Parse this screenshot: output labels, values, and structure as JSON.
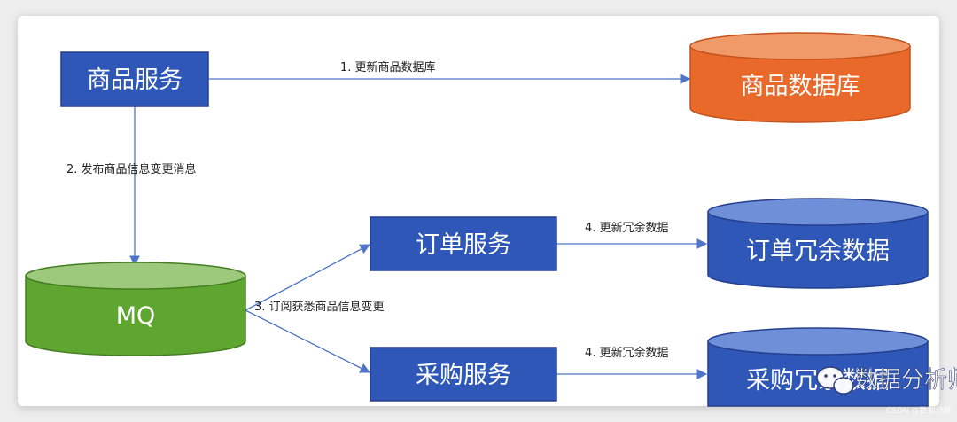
{
  "nodes": {
    "product_service": "商品服务",
    "product_db": "商品数据库",
    "mq": "MQ",
    "order_service": "订单服务",
    "order_redundant": "订单冗余数据",
    "purchase_service": "采购服务",
    "purchase_redundant": "采购冗余数据"
  },
  "edges": {
    "update_product_db": "1. 更新商品数据库",
    "publish_change": "2. 发布商品信息变更消息",
    "subscribe_change": "3. 订阅获悉商品信息变更",
    "update_order_redundant": "4. 更新冗余数据",
    "update_purchase_redundant": "4. 更新冗余数据"
  },
  "watermark": {
    "text": "数据分析师",
    "subtext": "CSDN @数据分析"
  },
  "colors": {
    "service_box": "#2f57b7",
    "db_orange": "#e8692a",
    "mq_green": "#5fa631",
    "db_blue": "#2f57b7",
    "edge_line": "#4f74c8"
  }
}
